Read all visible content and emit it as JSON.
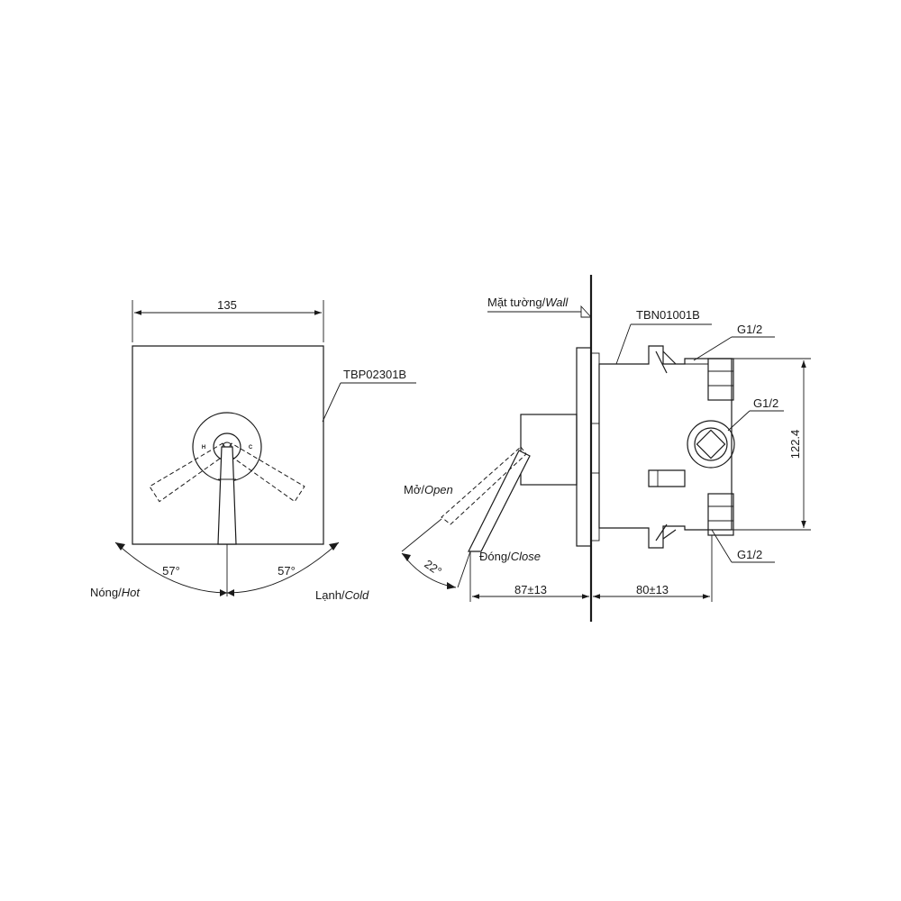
{
  "front_view": {
    "width_dim": "135",
    "part_code": "TBP02301B",
    "hot_mark": "H",
    "cold_mark": "C",
    "angle_left": "57°",
    "angle_right": "57°",
    "hot_label_vi": "Nóng/",
    "hot_label_en": "Hot",
    "cold_label_vi": "Lạnh/",
    "cold_label_en": "Cold"
  },
  "side_view": {
    "wall_label_vi": "Mặt tường/",
    "wall_label_en": "Wall",
    "body_code": "TBN01001B",
    "port_top": "G1/2",
    "port_middle": "G1/2",
    "port_bottom": "G1/2",
    "height_dim": "122.4",
    "open_label_vi": "Mở/",
    "open_label_en": "Open",
    "close_label_vi": "Đóng/",
    "close_label_en": "Close",
    "angle_open": "22°",
    "front_depth_dim": "87±13",
    "back_depth_dim": "80±13"
  }
}
